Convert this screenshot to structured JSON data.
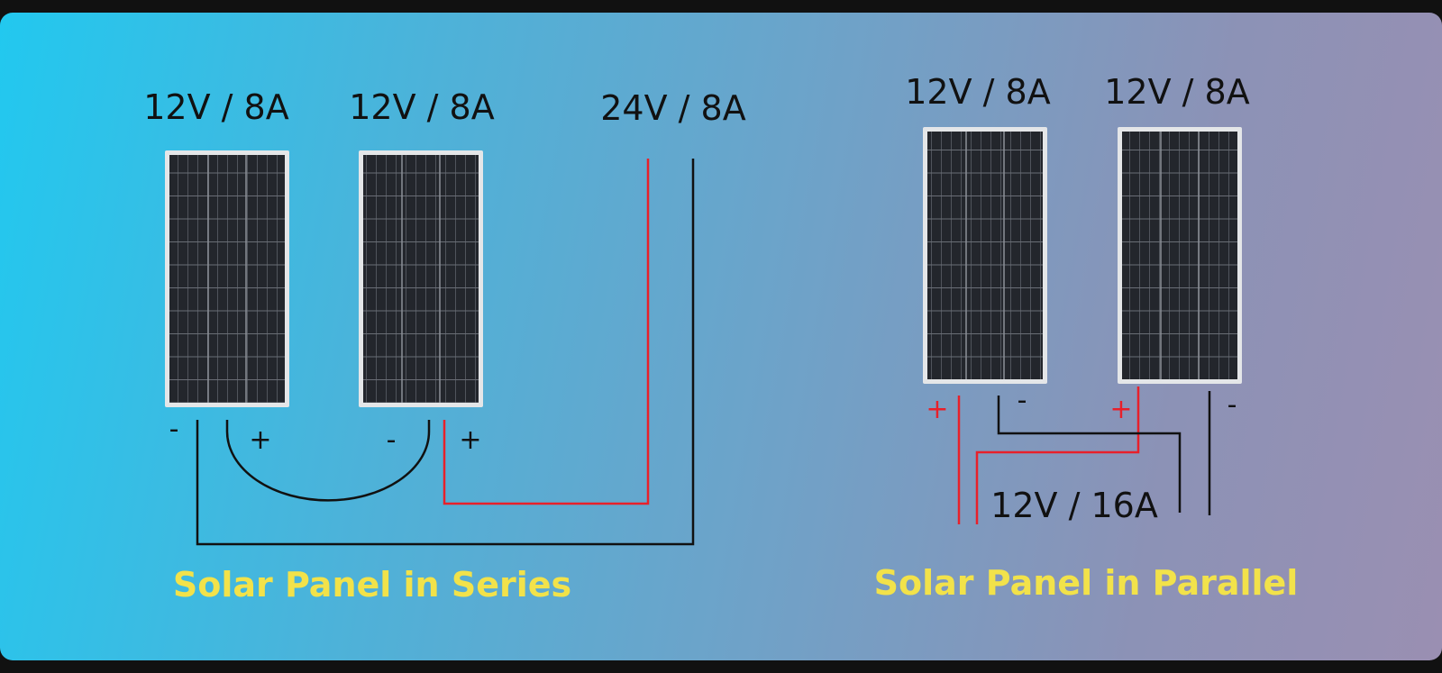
{
  "colors": {
    "wire_positive": "#e8202a",
    "wire_negative": "#111111",
    "title": "#f2e24a",
    "panel_cell": "#22252b"
  },
  "series": {
    "panel_1_rating": "12V / 8A",
    "panel_2_rating": "12V / 8A",
    "output_rating": "24V / 8A",
    "terminal_minus": "-",
    "terminal_plus": "+",
    "title": "Solar Panel in Series"
  },
  "parallel": {
    "panel_1_rating": "12V / 8A",
    "panel_2_rating": "12V / 8A",
    "output_rating": "12V / 16A",
    "terminal_minus": "-",
    "terminal_plus": "+",
    "title": "Solar Panel in Parallel"
  }
}
